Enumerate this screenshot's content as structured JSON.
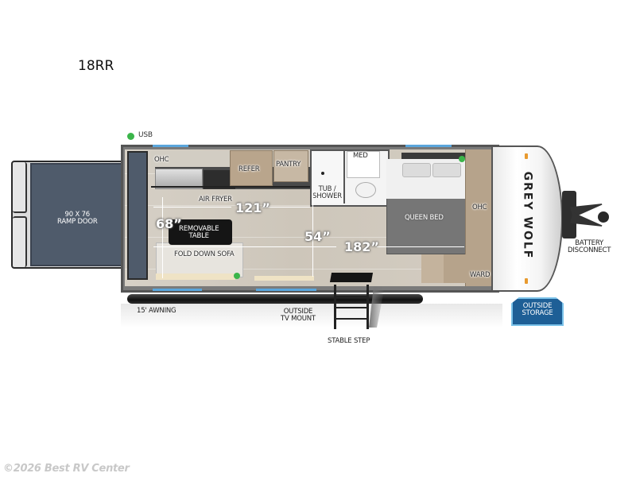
{
  "model": "18RR",
  "brand": "GREY WOLF",
  "labels": {
    "usb": "USB",
    "ramp_door": [
      "90 X 76",
      "RAMP DOOR"
    ],
    "ohc_rear": "OHC",
    "refer": "REFER",
    "pantry": "PANTRY",
    "air_fryer": "AIR FRYER",
    "removable_table": [
      "REMOVABLE",
      "TABLE"
    ],
    "fold_down_sofa": "FOLD DOWN SOFA",
    "tub_shower": [
      "TUB /",
      "SHOWER"
    ],
    "med": "MED",
    "queen_bed": "QUEEN BED",
    "ohc_front": "OHC",
    "ward": "WARD",
    "battery_disconnect": [
      "BATTERY",
      "DISCONNECT"
    ],
    "outside_storage": [
      "OUTSIDE",
      "STORAGE"
    ],
    "awning": "15' AWNING",
    "outside_tv_mount": [
      "OUTSIDE",
      "TV MOUNT"
    ],
    "stable_step": "STABLE STEP"
  },
  "dimensions": {
    "width_rear": "68”",
    "kitchen_length": "121”",
    "width_mid": "54”",
    "interior_length": "182”"
  },
  "colors": {
    "usb_indicator": "#3bb54a",
    "window": "#5aa6dc",
    "outside_storage": "#1e5f96",
    "ramp_floor": "#4f5b6b",
    "cabinet": "#b6a38b"
  },
  "copyright": "©2026 Best RV Center"
}
